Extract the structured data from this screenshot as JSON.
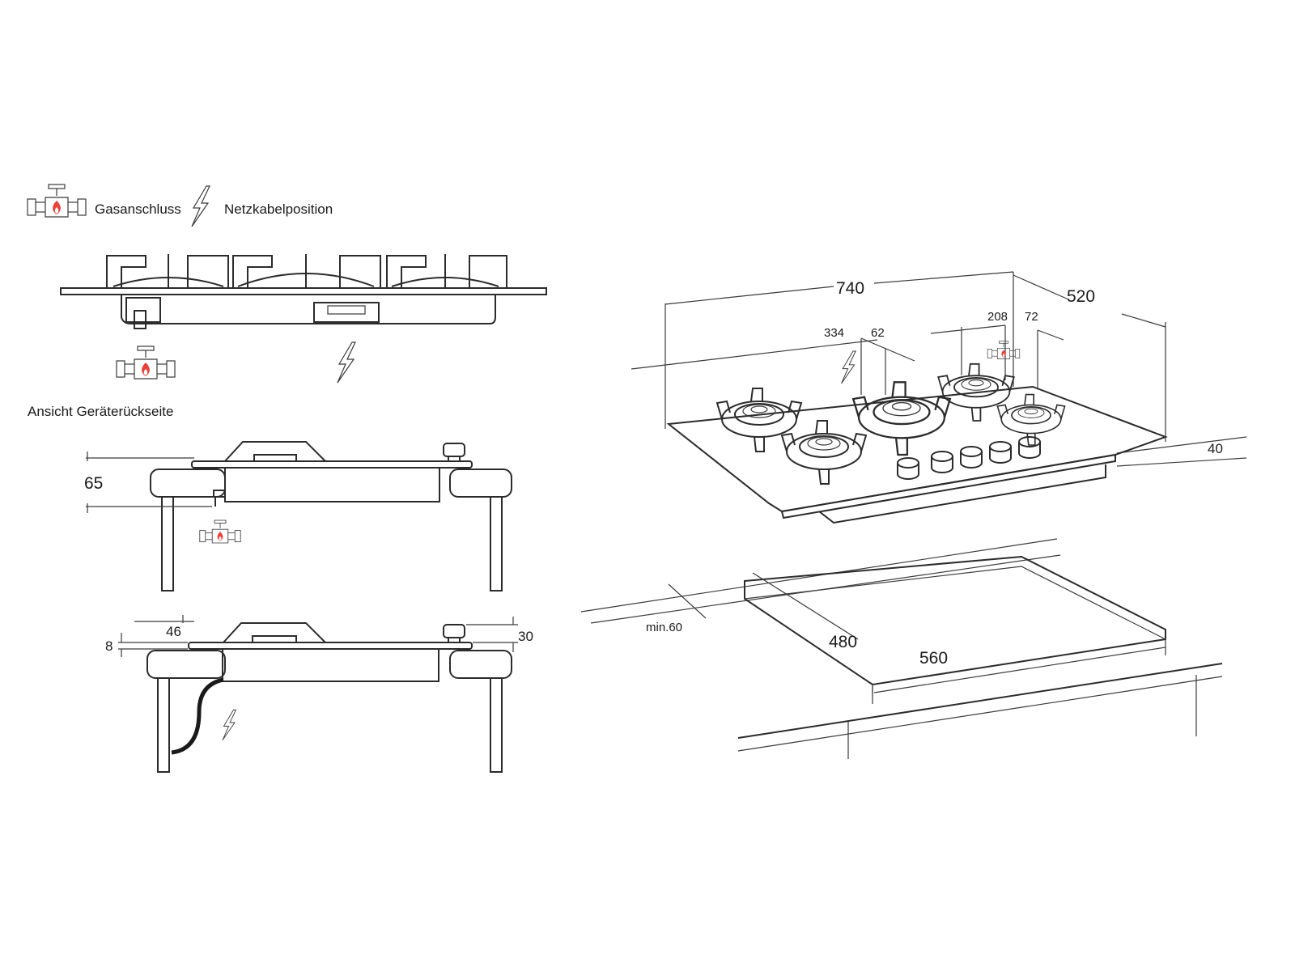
{
  "legend": {
    "gas_label": "Gasanschluss",
    "power_label": "Netzkabelposition",
    "gas_icon": "gas-valve-icon",
    "power_icon": "lightning-icon"
  },
  "rear_view": {
    "caption": "Ansicht Geräterückseite"
  },
  "side_view_gas": {
    "height_label": "65"
  },
  "side_view_power": {
    "dim_46": "46",
    "dim_8": "8",
    "dim_30": "30"
  },
  "hob_dimensions": {
    "width": "740",
    "depth": "520",
    "gas_offset_left": "334",
    "gas_offset_a": "62",
    "gas_offset_right": "208",
    "gas_offset_b": "72",
    "height": "40"
  },
  "cutout_dimensions": {
    "depth": "480",
    "width": "560",
    "min_edge": "min.60"
  },
  "colors": {
    "line": "#2b2b2b",
    "flame": "#e8413a"
  }
}
